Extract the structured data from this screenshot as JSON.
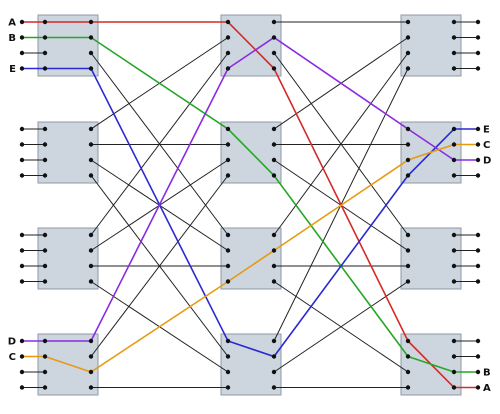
{
  "diagram": {
    "stages": 3,
    "switches_per_stage": 4,
    "ports_per_switch": 4,
    "input_labels": [
      {
        "port": 0,
        "text": "A"
      },
      {
        "port": 1,
        "text": "B"
      },
      {
        "port": 3,
        "text": "E"
      },
      {
        "port": 12,
        "text": "D"
      },
      {
        "port": 13,
        "text": "C"
      }
    ],
    "output_labels": [
      {
        "port": 4,
        "text": "E"
      },
      {
        "port": 5,
        "text": "C"
      },
      {
        "port": 6,
        "text": "D"
      },
      {
        "port": 14,
        "text": "B"
      },
      {
        "port": 15,
        "text": "A"
      }
    ],
    "routes": [
      {
        "name": "A",
        "color": "#d42a2a",
        "in": 0,
        "mid": 0,
        "out": 15
      },
      {
        "name": "B",
        "color": "#26a626",
        "in": 1,
        "mid": 1,
        "out": 14
      },
      {
        "name": "E",
        "color": "#2a2ad4",
        "in": 3,
        "mid": 3,
        "out": 4
      },
      {
        "name": "D",
        "color": "#8a2be2",
        "in": 12,
        "mid": 0,
        "out": 6
      },
      {
        "name": "C",
        "color": "#e69a10",
        "in": 13,
        "mid": 2,
        "out": 5
      }
    ]
  }
}
